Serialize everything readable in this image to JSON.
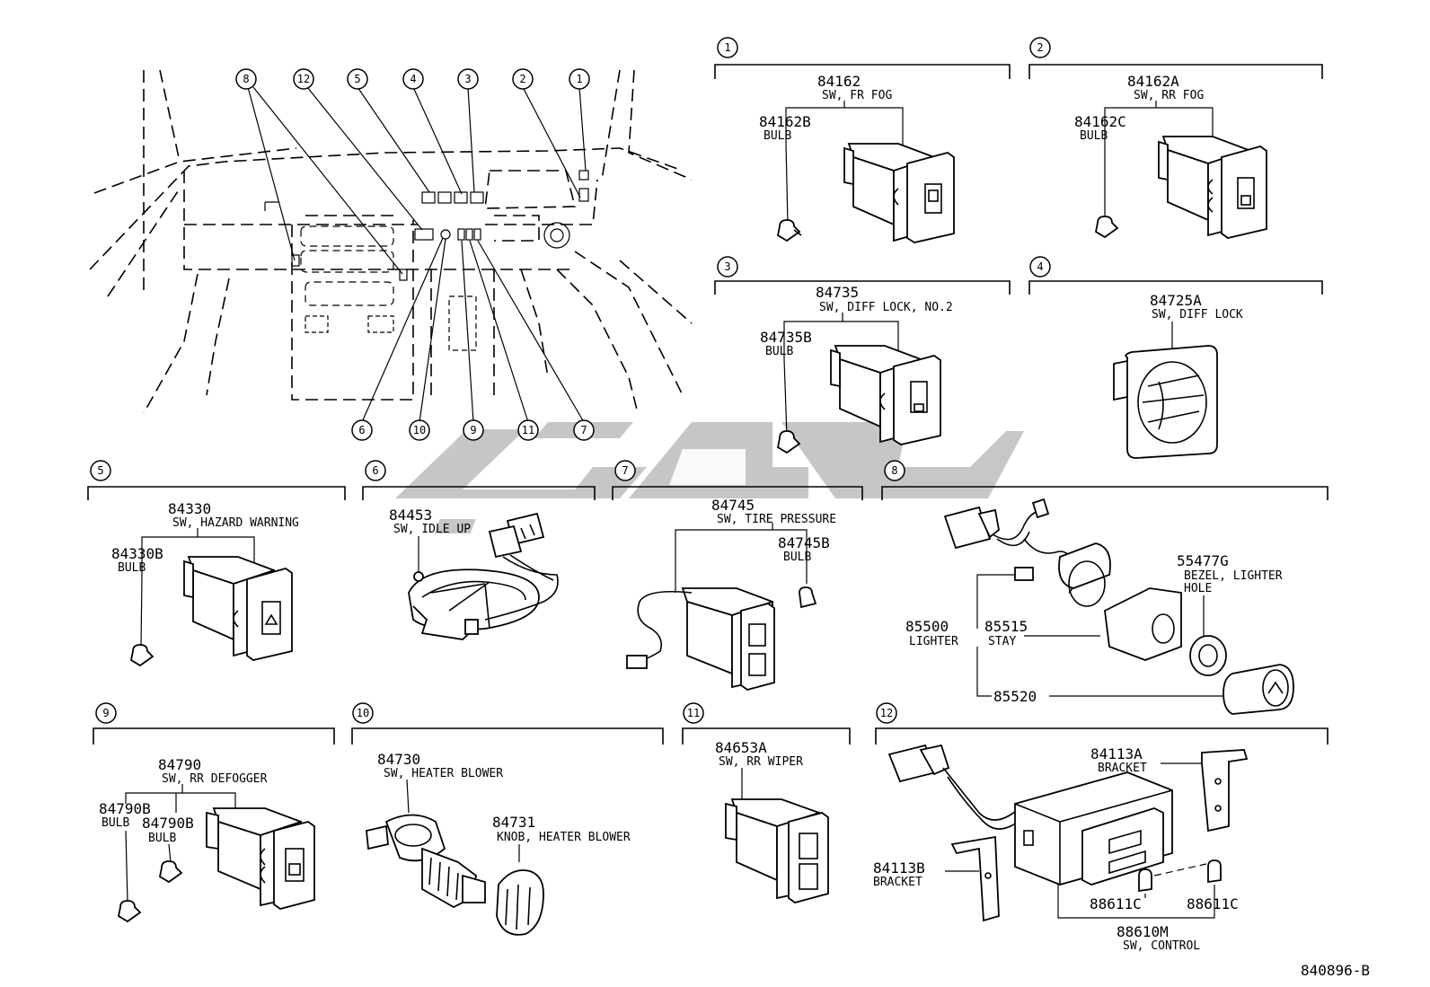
{
  "diagram": {
    "code": "840896-B",
    "overview_callouts": [
      "8",
      "12",
      "5",
      "4",
      "3",
      "2",
      "1",
      "6",
      "10",
      "9",
      "11",
      "7"
    ],
    "sections": [
      {
        "num": "1",
        "parts": [
          {
            "no": "84162",
            "desc": "SW, FR FOG"
          },
          {
            "no": "84162B",
            "desc": "BULB"
          }
        ]
      },
      {
        "num": "2",
        "parts": [
          {
            "no": "84162A",
            "desc": "SW, RR FOG"
          },
          {
            "no": "84162C",
            "desc": "BULB"
          }
        ]
      },
      {
        "num": "3",
        "parts": [
          {
            "no": "84735",
            "desc": "SW, DIFF LOCK, NO.2"
          },
          {
            "no": "84735B",
            "desc": "BULB"
          }
        ]
      },
      {
        "num": "4",
        "parts": [
          {
            "no": "84725A",
            "desc": "SW, DIFF LOCK"
          }
        ]
      },
      {
        "num": "5",
        "parts": [
          {
            "no": "84330",
            "desc": "SW, HAZARD WARNING"
          },
          {
            "no": "84330B",
            "desc": "BULB"
          }
        ]
      },
      {
        "num": "6",
        "parts": [
          {
            "no": "84453",
            "desc": "SW, IDLE UP"
          }
        ]
      },
      {
        "num": "7",
        "parts": [
          {
            "no": "84745",
            "desc": "SW, TIRE PRESSURE"
          },
          {
            "no": "84745B",
            "desc": "BULB"
          }
        ]
      },
      {
        "num": "8",
        "parts": [
          {
            "no": "55477G",
            "desc": "BEZEL, LIGHTER",
            "desc2": "HOLE"
          },
          {
            "no": "85500",
            "desc": "LIGHTER"
          },
          {
            "no": "85515",
            "desc": "STAY"
          },
          {
            "no": "85520",
            "desc": ""
          }
        ]
      },
      {
        "num": "9",
        "parts": [
          {
            "no": "84790",
            "desc": "SW, RR DEFOGGER"
          },
          {
            "no": "84790B",
            "desc": "BULB"
          },
          {
            "no": "84790B",
            "desc": "BULB"
          }
        ]
      },
      {
        "num": "10",
        "parts": [
          {
            "no": "84730",
            "desc": "SW, HEATER BLOWER"
          },
          {
            "no": "84731",
            "desc": "KNOB, HEATER BLOWER"
          }
        ]
      },
      {
        "num": "11",
        "parts": [
          {
            "no": "84653A",
            "desc": "SW, RR WIPER"
          }
        ]
      },
      {
        "num": "12",
        "parts": [
          {
            "no": "84113A",
            "desc": "BRACKET"
          },
          {
            "no": "84113B",
            "desc": "BRACKET"
          },
          {
            "no": "88611C",
            "desc": ""
          },
          {
            "no": "88611C",
            "desc": ""
          },
          {
            "no": "88610M",
            "desc": "SW, CONTROL"
          }
        ]
      }
    ]
  }
}
